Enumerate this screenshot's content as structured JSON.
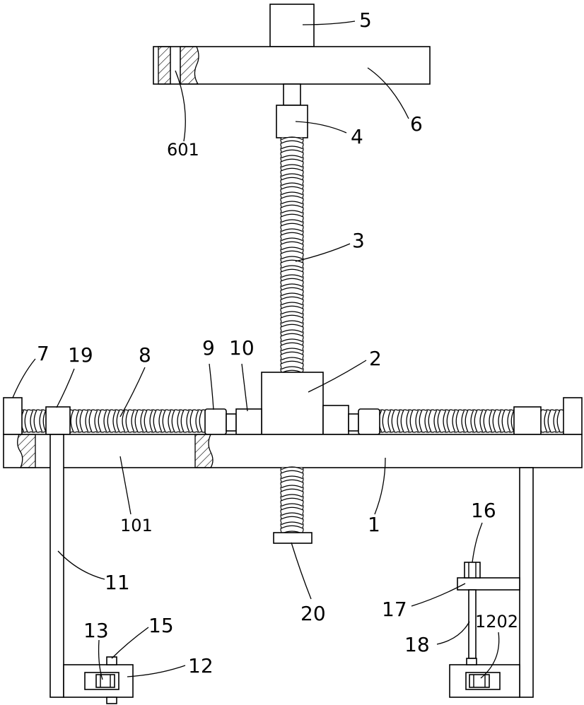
{
  "labels": {
    "l5": "5",
    "l6": "6",
    "l601": "601",
    "l4": "4",
    "l3": "3",
    "l2": "2",
    "l7": "7",
    "l19": "19",
    "l8": "8",
    "l9": "9",
    "l10": "10",
    "l101": "101",
    "l1": "1",
    "l20": "20",
    "l11": "11",
    "l13": "13",
    "l15": "15",
    "l12": "12",
    "l16": "16",
    "l17": "17",
    "l18": "18",
    "l1202": "1202"
  },
  "colors": {
    "line": "#000000",
    "background": "#ffffff"
  }
}
